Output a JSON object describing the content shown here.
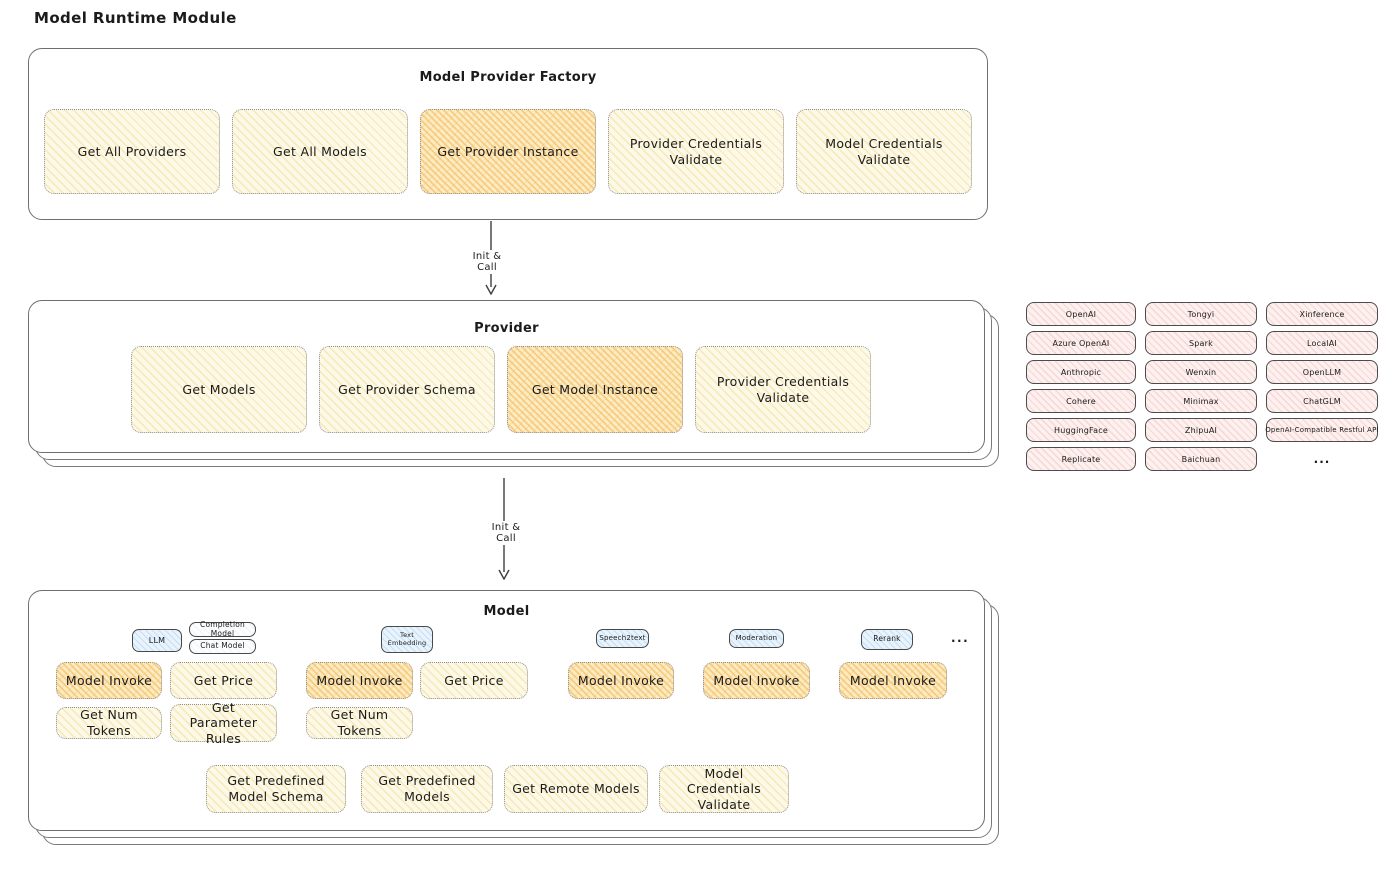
{
  "page": {
    "title": "Model Runtime Module"
  },
  "arrows": {
    "label1": "Init & Call",
    "label2": "Init & Call"
  },
  "factory": {
    "title": "Model Provider Factory",
    "buttons": [
      {
        "label": "Get All Providers",
        "highlight": false
      },
      {
        "label": "Get All Models",
        "highlight": false
      },
      {
        "label": "Get Provider Instance",
        "highlight": true
      },
      {
        "label": "Provider Credentials Validate",
        "highlight": false
      },
      {
        "label": "Model Credentials Validate",
        "highlight": false
      }
    ]
  },
  "provider": {
    "title": "Provider",
    "buttons": [
      {
        "label": "Get Models",
        "highlight": false
      },
      {
        "label": "Get Provider Schema",
        "highlight": false
      },
      {
        "label": "Get Model Instance",
        "highlight": true
      },
      {
        "label": "Provider Credentials Validate",
        "highlight": false
      }
    ]
  },
  "providers_grid": {
    "col1": [
      "OpenAI",
      "Azure OpenAI",
      "Anthropic",
      "Cohere",
      "HuggingFace",
      "Replicate"
    ],
    "col2": [
      "Tongyi",
      "Spark",
      "Wenxin",
      "Minimax",
      "ZhipuAI",
      "Baichuan"
    ],
    "col3": [
      "Xinference",
      "LocalAI",
      "OpenLLM",
      "ChatGLM",
      "OpenAI-Compatible Restful API"
    ],
    "more": "..."
  },
  "model": {
    "title": "Model",
    "ellipsis": "...",
    "tags": {
      "llm": "LLM",
      "completion": "Completion Model",
      "chat": "Chat Model",
      "text_embedding": "Text Embedding",
      "speech2text": "Speech2text",
      "moderation": "Moderation",
      "rerank": "Rerank"
    },
    "llm_group": {
      "invoke": "Model Invoke",
      "get_price": "Get Price",
      "get_num_tokens": "Get Num Tokens",
      "get_parameter_rules": "Get Parameter Rules"
    },
    "embedding_group": {
      "invoke": "Model Invoke",
      "get_price": "Get Price",
      "get_num_tokens": "Get Num Tokens"
    },
    "speech2text_group": {
      "invoke": "Model Invoke"
    },
    "moderation_group": {
      "invoke": "Model Invoke"
    },
    "rerank_group": {
      "invoke": "Model Invoke"
    },
    "bottom_buttons": [
      "Get Predefined Model Schema",
      "Get Predefined Models",
      "Get Remote Models",
      "Model Credentials Validate"
    ]
  },
  "colors": {
    "node_yellow": "#fdf9e8",
    "node_yellow_hatch": "#f0d98c",
    "node_orange": "#fcecc4",
    "node_orange_hatch": "#f5bc60",
    "provider_pink": "#fdf1f0",
    "provider_pink_hatch": "#f0b4b4",
    "tag_blue": "#e9f3fc",
    "tag_blue_hatch": "#a0caf0",
    "box_border": "#6f6f6f",
    "text": "#1b1b1b"
  }
}
